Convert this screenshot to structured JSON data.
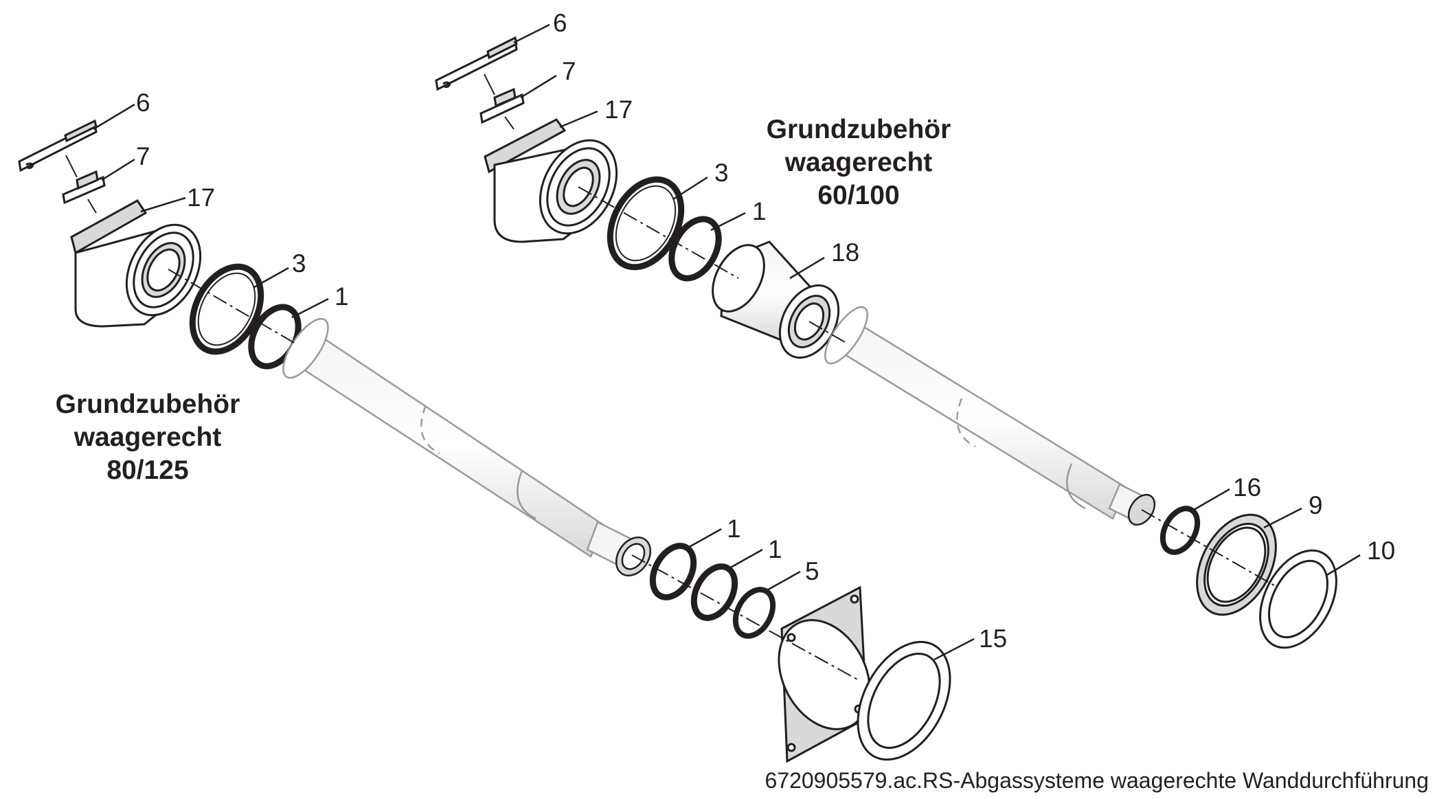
{
  "groups": [
    {
      "lines": [
        "Grundzubehör",
        "waagerecht",
        "80/125"
      ]
    },
    {
      "lines": [
        "Grundzubehör",
        "waagerecht",
        "60/100"
      ]
    }
  ],
  "callouts": [
    "6",
    "7",
    "17",
    "3",
    "1",
    "1",
    "1",
    "5",
    "15",
    "6",
    "7",
    "17",
    "3",
    "1",
    "18",
    "16",
    "9",
    "10"
  ],
  "caption": "6720905579.ac.RS-Abgassysteme waagerechte Wanddurchführung",
  "colors": {
    "line": "#231f20",
    "fill": "#ffffff",
    "shade": "#d9d9d9",
    "paper": "#ffffff"
  }
}
